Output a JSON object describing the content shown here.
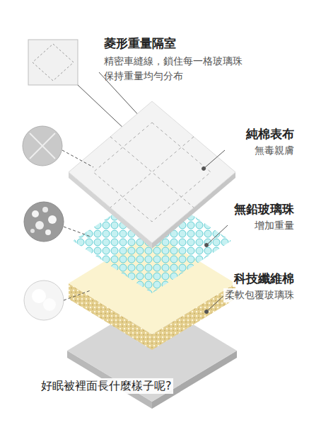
{
  "diagram": {
    "caption": "好眠被裡面長什麼樣子呢?",
    "labels": [
      "菱形重量隔室",
      "精密車縫線，鎖住每一格玻璃珠",
      "保持重量均勻分布",
      "純棉表布",
      "無毒親膚",
      "無鉛玻璃珠",
      "增加重量",
      "科技纖維棉",
      "柔軟包覆玻璃珠"
    ]
  }
}
